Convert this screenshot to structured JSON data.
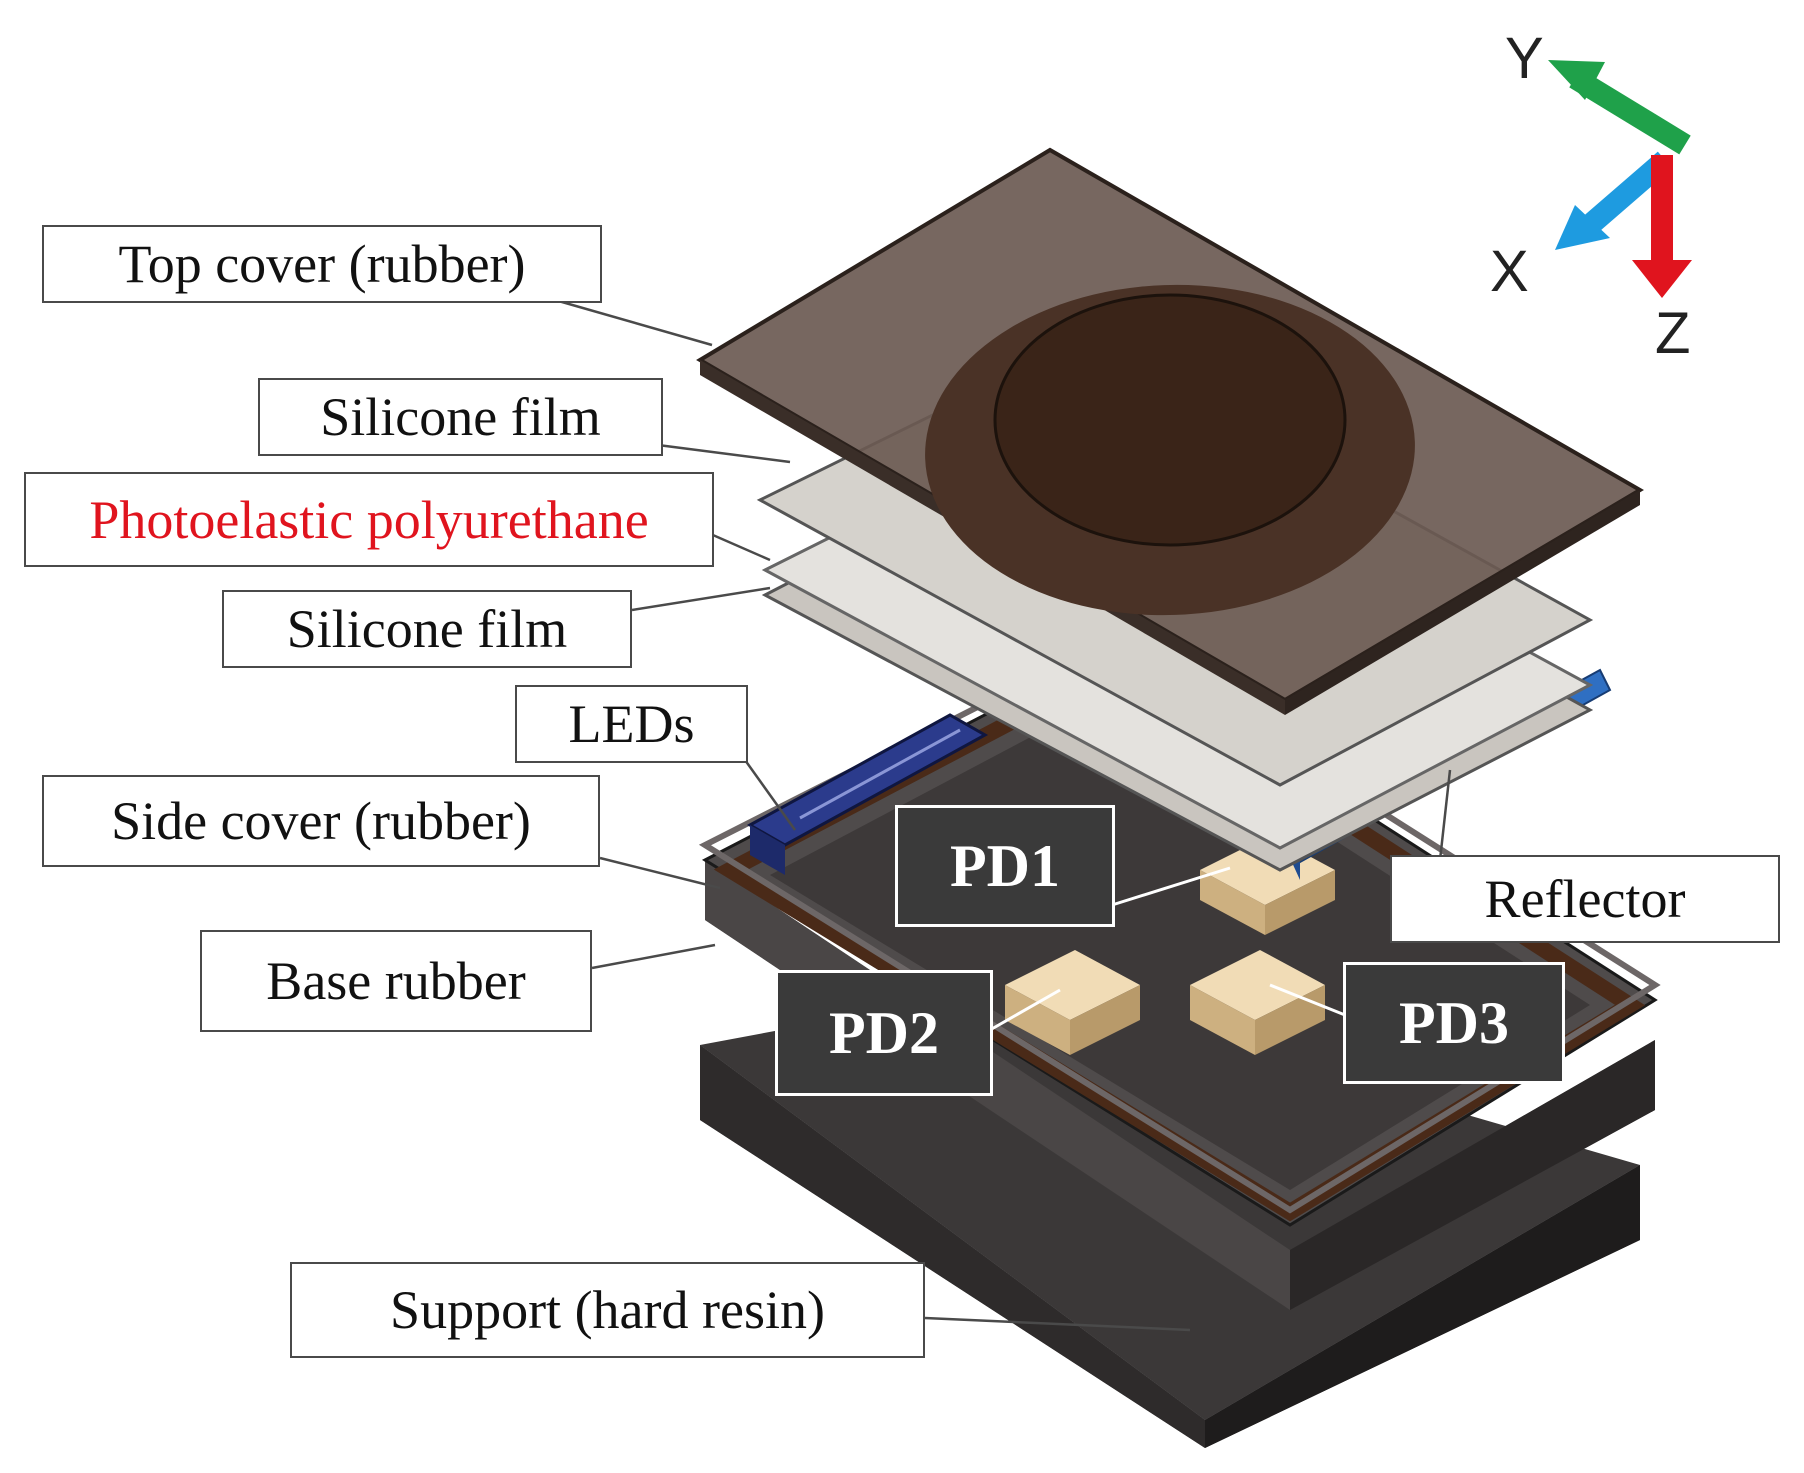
{
  "labels": {
    "top_cover": "Top cover (rubber)",
    "silicone_film_1": "Silicone film",
    "photoelastic": "Photoelastic polyurethane",
    "silicone_film_2": "Silicone film",
    "leds": "LEDs",
    "side_cover": "Side cover (rubber)",
    "base_rubber": "Base rubber",
    "support": "Support (hard resin)",
    "reflector": "Reflector",
    "pd1": "PD1",
    "pd2": "PD2",
    "pd3": "PD3"
  },
  "axes": {
    "x": "X",
    "y": "Y",
    "z": "Z"
  },
  "colors": {
    "axis_x": "#1e9be0",
    "axis_y": "#1fa14a",
    "axis_z": "#e0141e",
    "photoelastic_text": "#e0141e",
    "reflector": "#2f6fc2",
    "leds": "#2b3b8c",
    "photodiode": "#e8cfa3"
  }
}
